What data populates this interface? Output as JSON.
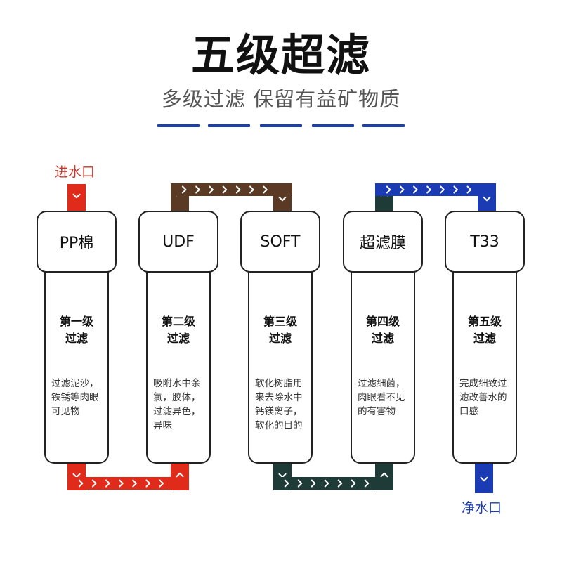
{
  "header": {
    "title": "五级超滤",
    "subtitle": "多级过滤 保留有益矿物质"
  },
  "flow": {
    "inlet_label": "进水口",
    "outlet_label": "净水口"
  },
  "colors": {
    "inlet_red": "#e02a1a",
    "brown": "#5a3a24",
    "dark_green": "#1f3b38",
    "blue": "#1a3bb3",
    "dash_blue": "#1c3fae"
  },
  "filters": [
    {
      "name": "PP棉",
      "stage_line1": "第一级",
      "stage_line2": "过滤",
      "desc": [
        "过滤泥沙，",
        "铁锈等肉眼",
        "可见物"
      ]
    },
    {
      "name": "UDF",
      "stage_line1": "第二级",
      "stage_line2": "过滤",
      "desc": [
        "吸附水中余",
        "氯，胶体，",
        "过滤异色，",
        "异味"
      ]
    },
    {
      "name": "SOFT",
      "stage_line1": "第三级",
      "stage_line2": "过滤",
      "desc": [
        "软化树脂用",
        "来去除水中",
        "钙镁离子，",
        "软化的目的"
      ]
    },
    {
      "name": "超滤膜",
      "stage_line1": "第四级",
      "stage_line2": "过滤",
      "desc": [
        "过滤细菌，",
        "肉眼看不见",
        "的有害物"
      ]
    },
    {
      "name": "T33",
      "stage_line1": "第五级",
      "stage_line2": "过滤",
      "desc": [
        "完成细致过",
        "滤改善水的",
        "口感"
      ]
    }
  ]
}
